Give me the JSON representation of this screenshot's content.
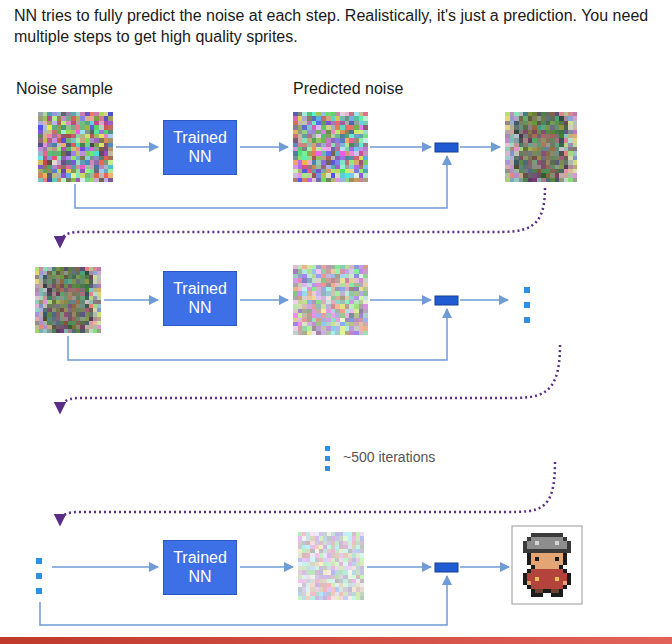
{
  "diagram": {
    "title": "NN tries to fully predict the noise at each step. Realistically, it's just a prediction. You need multiple steps to get high quality sprites.",
    "nodes": [
      {
        "text": [
          "Trained NN"
        ]
      },
      {
        "text": [
          "Trained NN"
        ]
      },
      {
        "text": [
          "Trained NN"
        ]
      }
    ],
    "labels": [
      "Noise sample",
      "Predicted noise",
      "~500 iterations"
    ]
  }
}
